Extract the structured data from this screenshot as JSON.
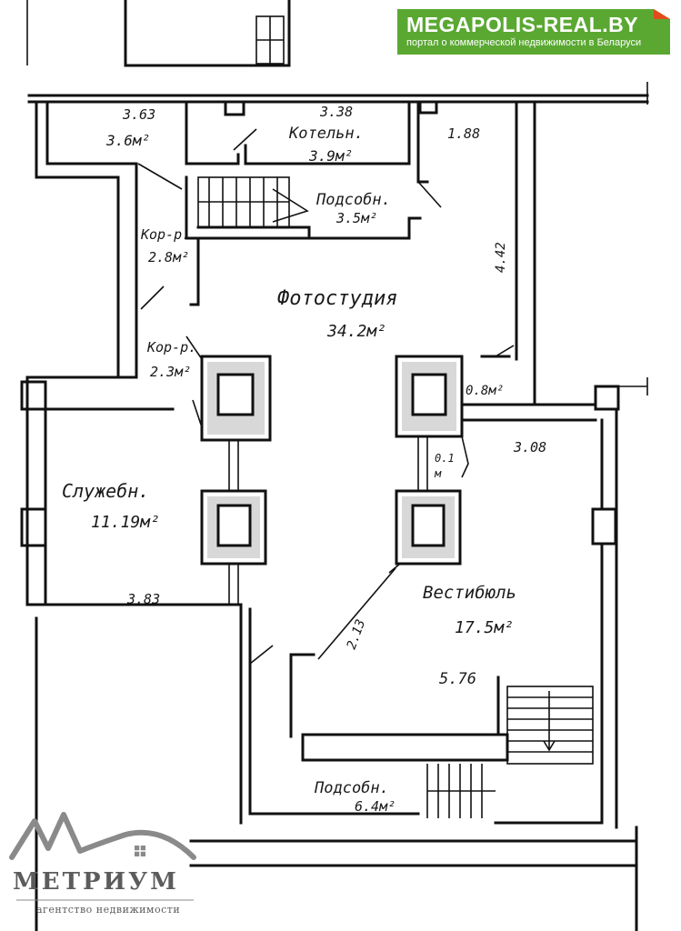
{
  "banner": {
    "title": "MEGAPOLIS-REAL.BY",
    "subtitle": "портал о коммерческой недвижимости в Беларуси",
    "color": "#5aa832",
    "corner_color": "#e34b1a"
  },
  "rooms": {
    "top_left_dim": "3.63",
    "top_left_area": "3.6м²",
    "boiler_dim": "3.38",
    "boiler_name": "Котельн.",
    "boiler_area": "3.9м²",
    "right_top_dim": "1.88",
    "utility_top_name": "Подсобн.",
    "utility_top_area": "3.5м²",
    "corridor1_name": "Кор-р.",
    "corridor1_area": "2.8м²",
    "studio_name": "Фотостудия",
    "studio_area": "34.2м²",
    "right_wall_dim": "4.42",
    "corridor2_name": "Кор-р.",
    "corridor2_area": "2.3м²",
    "small_room_area": "0.8м²",
    "tiny_area": "0.1",
    "tiny_unit": "м",
    "vestibule_dim_top": "3.08",
    "service_name": "Служебн.",
    "service_area": "11.19м²",
    "service_dim": "3.83",
    "vestibule_name": "Вестибюль",
    "vestibule_area": "17.5м²",
    "door_dim": "2.13",
    "vestibule_dim_bottom": "5.76",
    "utility_bottom_name": "Подсобн.",
    "utility_bottom_area": "6.4м²"
  },
  "logo": {
    "name": "МЕТРИУМ",
    "subtitle": "агентство недвижимости",
    "color": "#5c5c5c"
  }
}
